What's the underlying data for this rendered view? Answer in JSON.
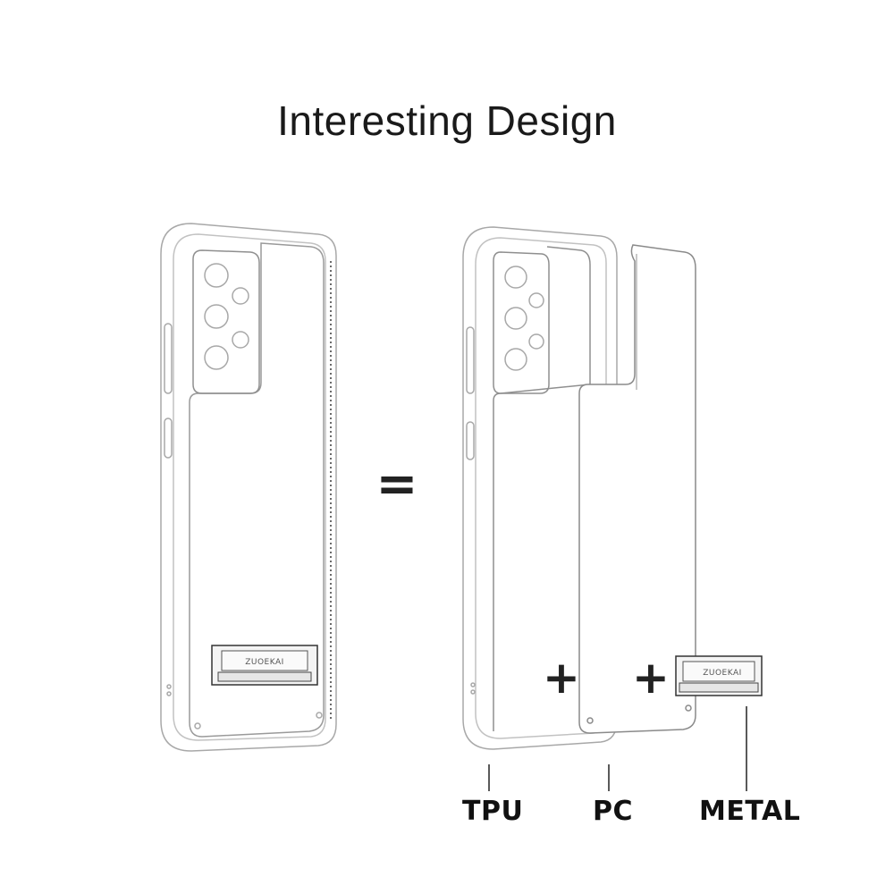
{
  "title": "Interesting Design",
  "equals": "=",
  "plus": "+",
  "brand": "ZUOEKAI",
  "labels": {
    "tpu": "TPU",
    "pc": "PC",
    "metal": "METAL"
  },
  "colors": {
    "line": "#9a9a9a",
    "dark": "#222222",
    "background": "#ffffff"
  }
}
